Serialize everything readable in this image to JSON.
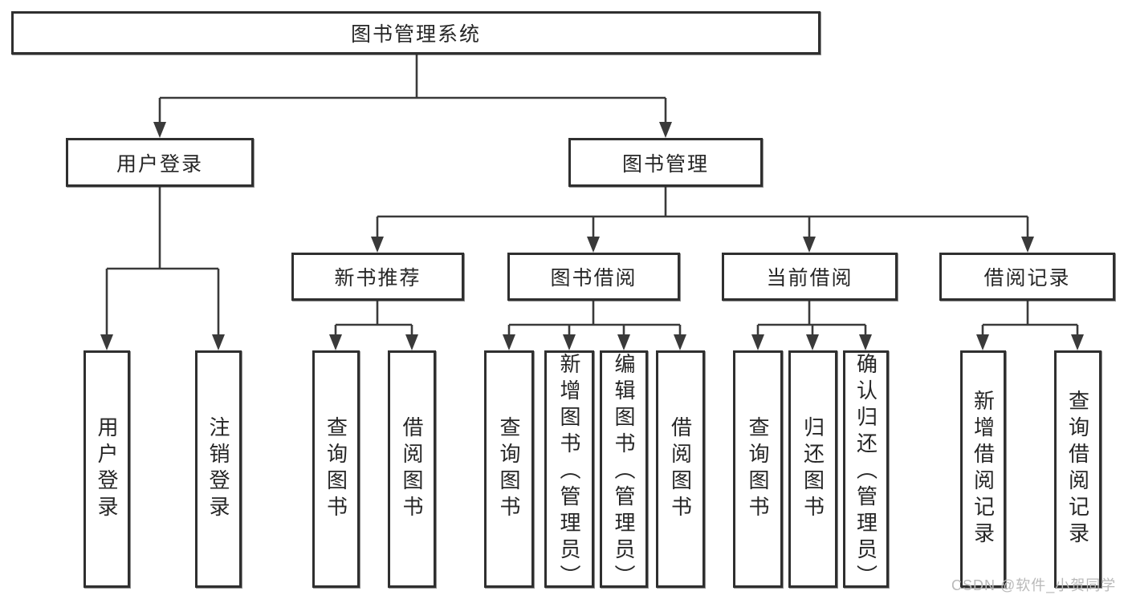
{
  "watermark": "CSDN @软件_小贺同学",
  "colors": {
    "background": "#ffffff",
    "box_border": "#2f2f2f",
    "connector_line": "#3a3a3a",
    "text": "#262626",
    "watermark_text": "#b9b9b9"
  },
  "tree": {
    "label": "图书管理系统",
    "children": [
      {
        "label": "用户登录",
        "children": [
          {
            "label": "用户登录"
          },
          {
            "label": "注销登录"
          }
        ]
      },
      {
        "label": "图书管理",
        "children": [
          {
            "label": "新书推荐",
            "children": [
              {
                "label": "查询图书"
              },
              {
                "label": "借阅图书"
              }
            ]
          },
          {
            "label": "图书借阅",
            "children": [
              {
                "label": "查询图书"
              },
              {
                "label": "新增图书（管理员）"
              },
              {
                "label": "编辑图书（管理员）"
              },
              {
                "label": "借阅图书"
              }
            ]
          },
          {
            "label": "当前借阅",
            "children": [
              {
                "label": "查询图书"
              },
              {
                "label": "归还图书"
              },
              {
                "label": "确认归还（管理员）"
              }
            ]
          },
          {
            "label": "借阅记录",
            "children": [
              {
                "label": "新增借阅记录"
              },
              {
                "label": "查询借阅记录"
              }
            ]
          }
        ]
      }
    ]
  }
}
